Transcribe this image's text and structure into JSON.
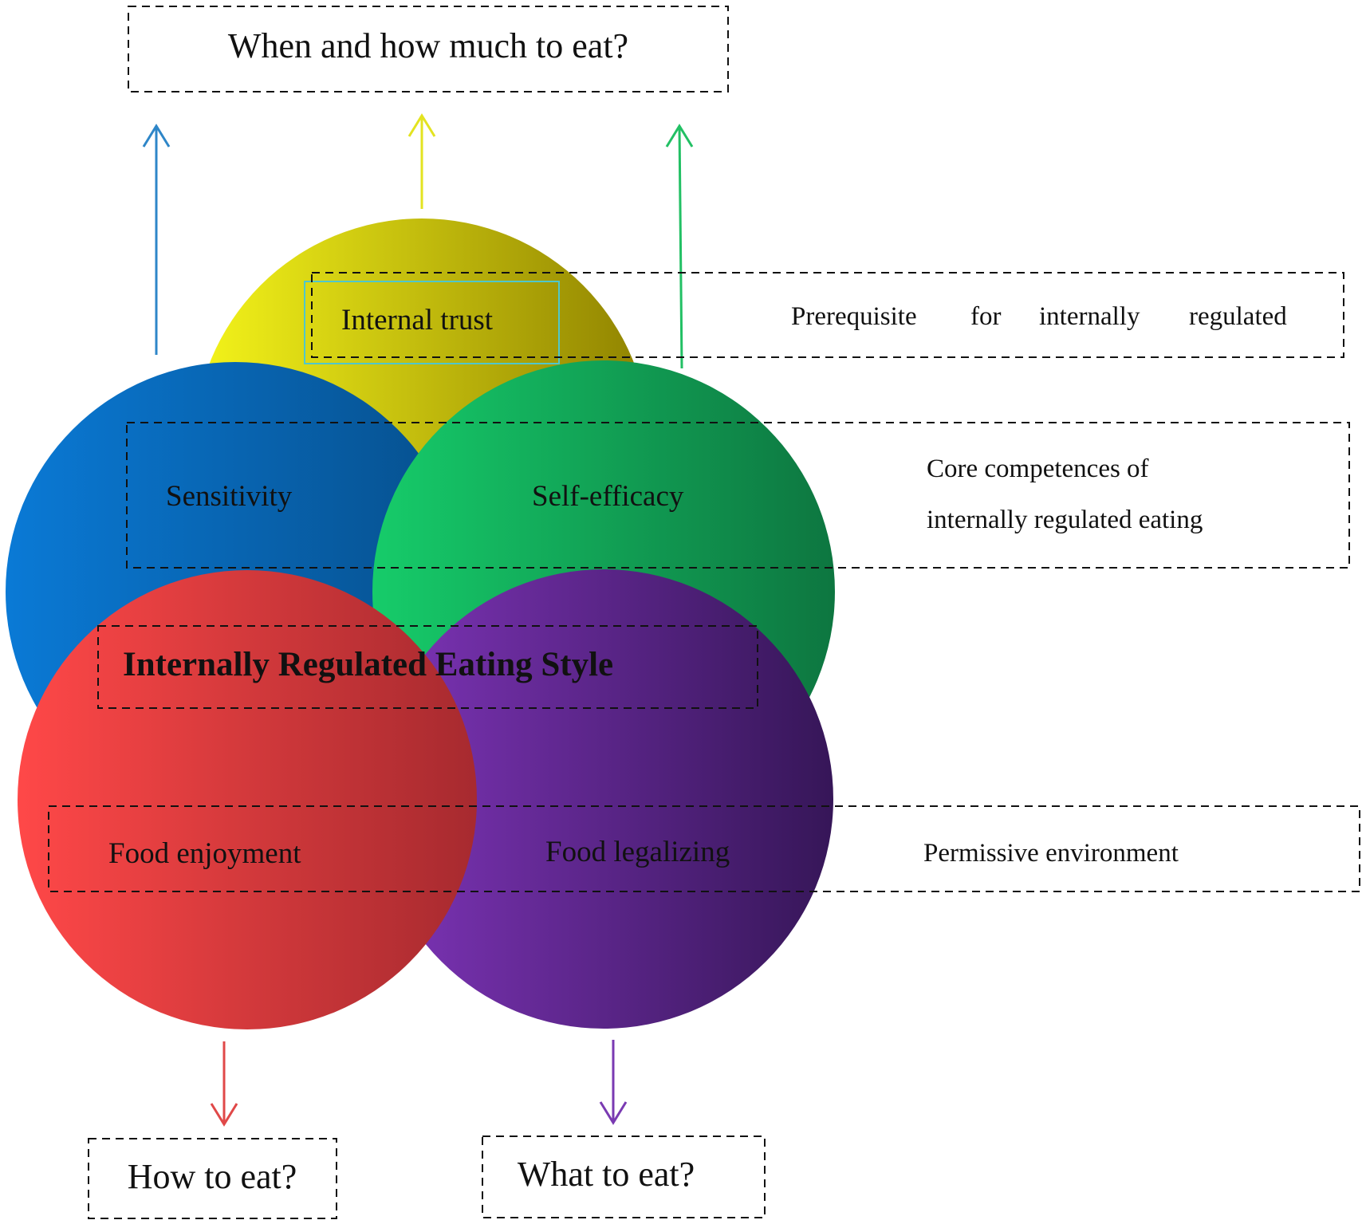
{
  "top_question": {
    "text": "When and how much to eat?"
  },
  "circles": {
    "internal_trust": {
      "label": "Internal trust",
      "color_light": "#F5F51A",
      "color_dark": "#8F8200"
    },
    "sensitivity": {
      "label": "Sensitivity",
      "color_light": "#0A7AD6",
      "color_dark": "#064F8C"
    },
    "self_efficacy": {
      "label": "Self-efficacy",
      "color_light": "#16CC6A",
      "color_dark": "#0D7640"
    },
    "food_enjoyment": {
      "label": "Food enjoyment",
      "color_light": "#FF4848",
      "color_dark": "#A72A2F"
    },
    "food_legalizing": {
      "label": "Food legalizing",
      "color_light": "#7E34B8",
      "color_dark": "#361658"
    }
  },
  "center_title": {
    "text": "Internally Regulated Eating Style"
  },
  "side_labels": {
    "prerequisite": {
      "words": [
        "Prerequisite",
        "for",
        "internally",
        "regulated"
      ]
    },
    "core": {
      "line1": "Core competences of",
      "line2": "internally regulated eating"
    },
    "permissive": {
      "text": "Permissive environment"
    }
  },
  "bottom_questions": {
    "how": {
      "text": "How to eat?"
    },
    "what": {
      "text": "What to eat?"
    }
  },
  "arrow_colors": {
    "blue": "#2E86C8",
    "yellow": "#E3E320",
    "green": "#22C064",
    "red": "#E04848",
    "purple": "#7A3AB2"
  }
}
